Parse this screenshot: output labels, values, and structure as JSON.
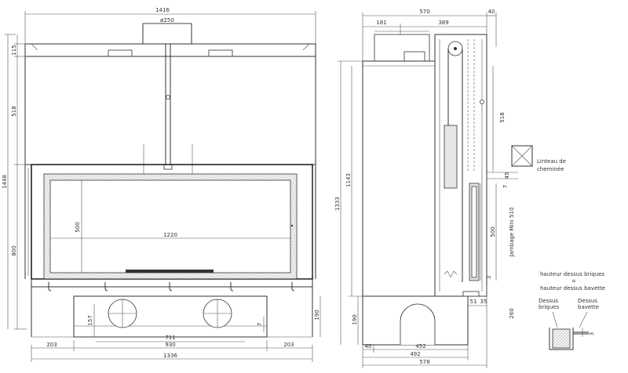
{
  "front": {
    "dim_1416": "1416",
    "dim_phi250": "ø250",
    "dim_115": "115",
    "dim_518": "518",
    "dim_1448": "1448",
    "dim_800": "800",
    "dim_500": "500",
    "dim_250": "250",
    "dim_1220": "1220",
    "dim_157": "157",
    "dim_711": "711",
    "dim_7": "7",
    "dim_190": "190",
    "dim_203_left": "203",
    "dim_930": "930",
    "dim_203_right": "203",
    "dim_1336": "1336"
  },
  "side": {
    "dim_570": "570",
    "dim_40_top": "40",
    "dim_181": "181",
    "dim_389": "389",
    "dim_518": "518",
    "dim_1333": "1333",
    "dim_1143": "1143",
    "dim_45": "45",
    "dim_7": "7",
    "dim_500": "500",
    "dim_jambage": "Jambage Mini 510",
    "dim_3": "3",
    "dim_51": "51",
    "dim_35": "35",
    "dim_190": "190",
    "dim_260": "260",
    "dim_40_bottom": "40",
    "dim_452": "452",
    "dim_492": "492",
    "dim_578": "578",
    "lintel_label_1": "Linteau de",
    "lintel_label_2": "cheminée"
  },
  "legend": {
    "line1": "hauteur dessus briques",
    "line2": "=",
    "line3": "hauteur dessus bavette",
    "dessus_briques_1": "Dessus",
    "dessus_briques_2": "briques",
    "dessus_bavette_1": "Dessus",
    "dessus_bavette_2": "bavette",
    "dim_3": "3"
  }
}
